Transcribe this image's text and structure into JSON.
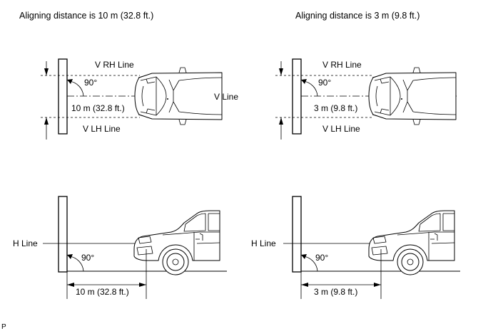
{
  "panels": [
    {
      "title": "Aligning distance is 10 m (32.8 ft.)",
      "top_view": {
        "rh_line": "V RH Line",
        "lh_line": "V LH Line",
        "angle": "90°",
        "distance": "10 m (32.8 ft.)",
        "v_line": "V Line"
      },
      "side_view": {
        "h_line": "H Line",
        "angle": "90°",
        "distance": "10 m (32.8 ft.)"
      }
    },
    {
      "title": "Aligning distance is 3 m (9.8 ft.)",
      "top_view": {
        "rh_line": "V RH Line",
        "lh_line": "V LH Line",
        "angle": "90°",
        "distance": "3 m (9.8 ft.)",
        "v_line": ""
      },
      "side_view": {
        "h_line": "H Line",
        "angle": "90°",
        "distance": "3 m (9.8 ft.)"
      }
    }
  ],
  "footer_code": "P"
}
